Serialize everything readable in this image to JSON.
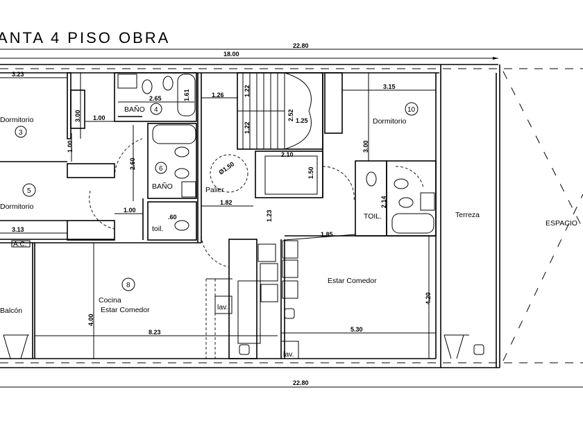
{
  "title": "ANTA 4 PISO OBRA",
  "dimensions": {
    "total_top": "22.80",
    "total_bottom": "22.80",
    "building": "18.00",
    "d_3_23": "3.23",
    "d_3_13": "3.13",
    "d_2_65": "2.65",
    "d_1_61": "1.61",
    "d_3_00_left": "3.00",
    "d_1_00_a": "1.00",
    "d_1_00_b": "1.00",
    "d_1_00_c": "1.00",
    "d_2_60": "2.60",
    "d_0_60": ".60",
    "d_1_26": "1.26",
    "d_1_22_a": "1.22",
    "d_1_22_b": "1.22",
    "d_2_52": "2.52",
    "d_1_25": "1.25",
    "d_2_10": "2.10",
    "d_1_50": "1.50",
    "d_phi_1_50": "Ø1.50",
    "d_1_82": "1.82",
    "d_1_23": "1.23",
    "d_3_15": "3.15",
    "d_3_00_right": "3.00",
    "d_2_14": "2.14",
    "d_1_85": "1.85",
    "d_4_00": "4.00",
    "d_8_23": "8.23",
    "d_4_20": "4.20",
    "d_5_30": "5.30"
  },
  "rooms": {
    "dorm3": {
      "label": "Dormitorio",
      "number": "3"
    },
    "bano4": {
      "label": "BAÑO",
      "number": "4"
    },
    "dorm5": {
      "label": "Dormitorio",
      "number": "5"
    },
    "bano6": {
      "label": "BAÑO",
      "number": "6"
    },
    "toil_left": {
      "label": "toil."
    },
    "palier": {
      "label": "Palier"
    },
    "dorm10": {
      "label": "Dormitorio",
      "number": "10"
    },
    "toil_right": {
      "label": "TOIL."
    },
    "terraza": {
      "label": "Terreza"
    },
    "espacio": {
      "label": "ESPACIO"
    },
    "ac": {
      "label": "A.C."
    },
    "balcon": {
      "label": "Balcón"
    },
    "cocina8": {
      "label1": "Cocina",
      "label2": "Estar  Comedor",
      "number": "8"
    },
    "estar_right": {
      "label": "Estar  Comedor"
    },
    "lav_left": {
      "label": "lav."
    },
    "lav_right": {
      "label": "lav."
    }
  }
}
